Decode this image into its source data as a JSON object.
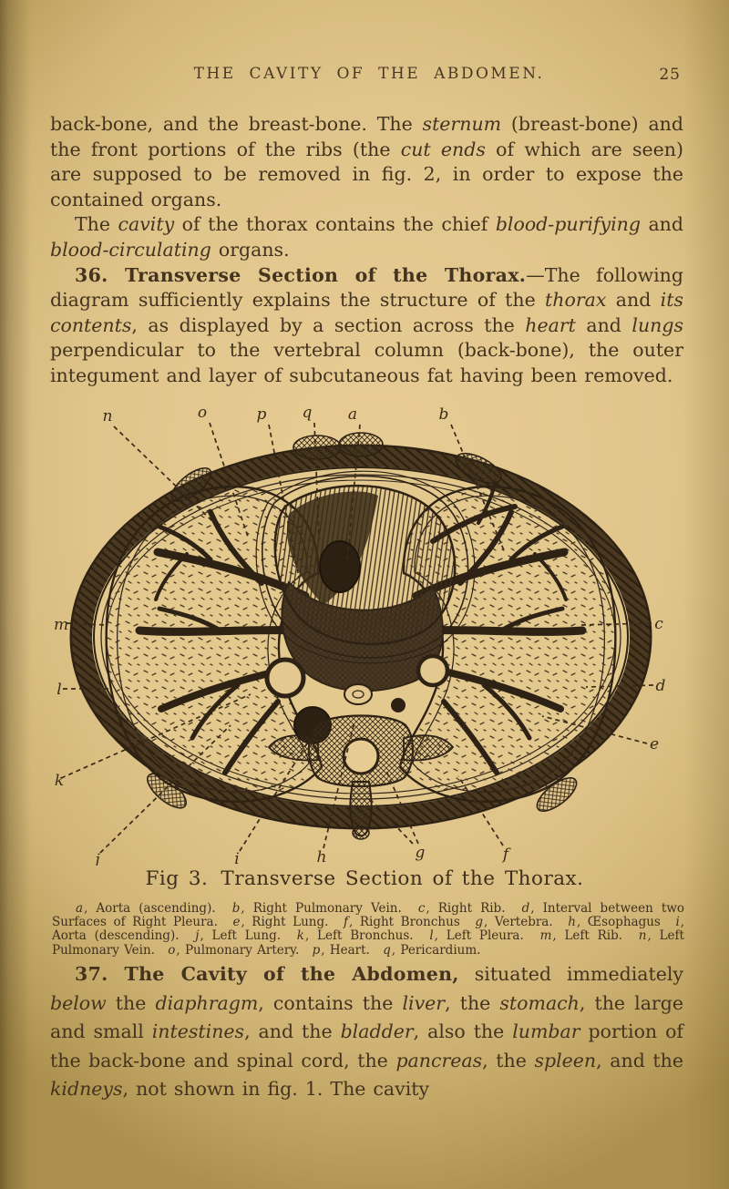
{
  "header": {
    "title": "THE CAVITY OF THE ABDOMEN.",
    "page_number": "25"
  },
  "paragraphs": {
    "p1": {
      "s1": "back-bone, and the breast-bone.  The ",
      "s2": "sternum",
      "s3": " (breast-bone) and the front portions of the ribs (the ",
      "s4": "cut ends",
      "s5": " of which are seen) are supposed to be removed in fig. 2, in order to expose the contained organs."
    },
    "p2": {
      "s1": "The ",
      "s2": "cavity",
      "s3": " of the thorax contains the chief ",
      "s4": "blood-purifying",
      "s5": " and ",
      "s6": "blood-circulating",
      "s7": " organs."
    },
    "p36": {
      "s1": "36. Transverse Section of the Thorax.",
      "s2": "—The following diagram sufficiently explains the structure of the ",
      "s3": "thorax",
      "s4": " and ",
      "s5": "its contents",
      "s6": ", as displayed by a section across the ",
      "s7": "heart",
      "s8": " and ",
      "s9": "lungs",
      "s10": " perpendicular to the vertebral column (back-bone), the outer integument and layer of subcutaneous fat having been removed."
    },
    "p37": {
      "s1": "37. The Cavity of the Abdomen,",
      "s2": " situated immediately ",
      "s3": "below",
      "s4": " the ",
      "s5": "diaphragm",
      "s6": ", contains the ",
      "s7": "liver",
      "s8": ", the ",
      "s9": "stomach",
      "s10": ", the large and small ",
      "s11": "intestines",
      "s12": ", and the ",
      "s13": "bladder",
      "s14": ", also the ",
      "s15": "lumbar",
      "s16": " portion of the back-bone and spinal cord, the ",
      "s17": "pancreas",
      "s18": ", the ",
      "s19": "spleen",
      "s20": ", and the ",
      "s21": "kidneys",
      "s22": ", not shown in fig. 1.  The cavity"
    }
  },
  "figure": {
    "caption_no": "Fig 3.",
    "caption_title": "Transverse Section of the Thorax.",
    "labels": {
      "a": "a",
      "b": "b",
      "c": "c",
      "d": "d",
      "e": "e",
      "f": "f",
      "g": "g",
      "h": "h",
      "i": "i",
      "j": "j",
      "k": "k",
      "l": "l",
      "m": "m",
      "n": "n",
      "o": "o",
      "p": "p",
      "q": "q"
    },
    "legend": [
      {
        "k": "a",
        "v": ", Aorta (ascending)."
      },
      {
        "k": "b",
        "v": ", Right Pulmonary Vein."
      },
      {
        "k": "c",
        "v": ", Right Rib."
      },
      {
        "k": "d",
        "v": ", Interval between two Surfaces of Right Pleura."
      },
      {
        "k": "e",
        "v": ", Right Lung."
      },
      {
        "k": "f",
        "v": ", Right Bronchus"
      },
      {
        "k": "g",
        "v": ", Vertebra."
      },
      {
        "k": "h",
        "v": ", Œsophagus"
      },
      {
        "k": "i",
        "v": ", Aorta (descending)."
      },
      {
        "k": "j",
        "v": ", Left Lung."
      },
      {
        "k": "k",
        "v": ", Left Bronchus."
      },
      {
        "k": "l",
        "v": ", Left Pleura."
      },
      {
        "k": "m",
        "v": ", Left Rib."
      },
      {
        "k": "n",
        "v": ", Left Pulmonary Vein."
      },
      {
        "k": "o",
        "v": ", Pulmonary Artery."
      },
      {
        "k": "p",
        "v": ", Heart."
      },
      {
        "k": "q",
        "v": ", Pericardium."
      }
    ]
  },
  "colors": {
    "paper": "#e0c58b",
    "ink": "#44331f",
    "engraving": "#2e2214"
  }
}
